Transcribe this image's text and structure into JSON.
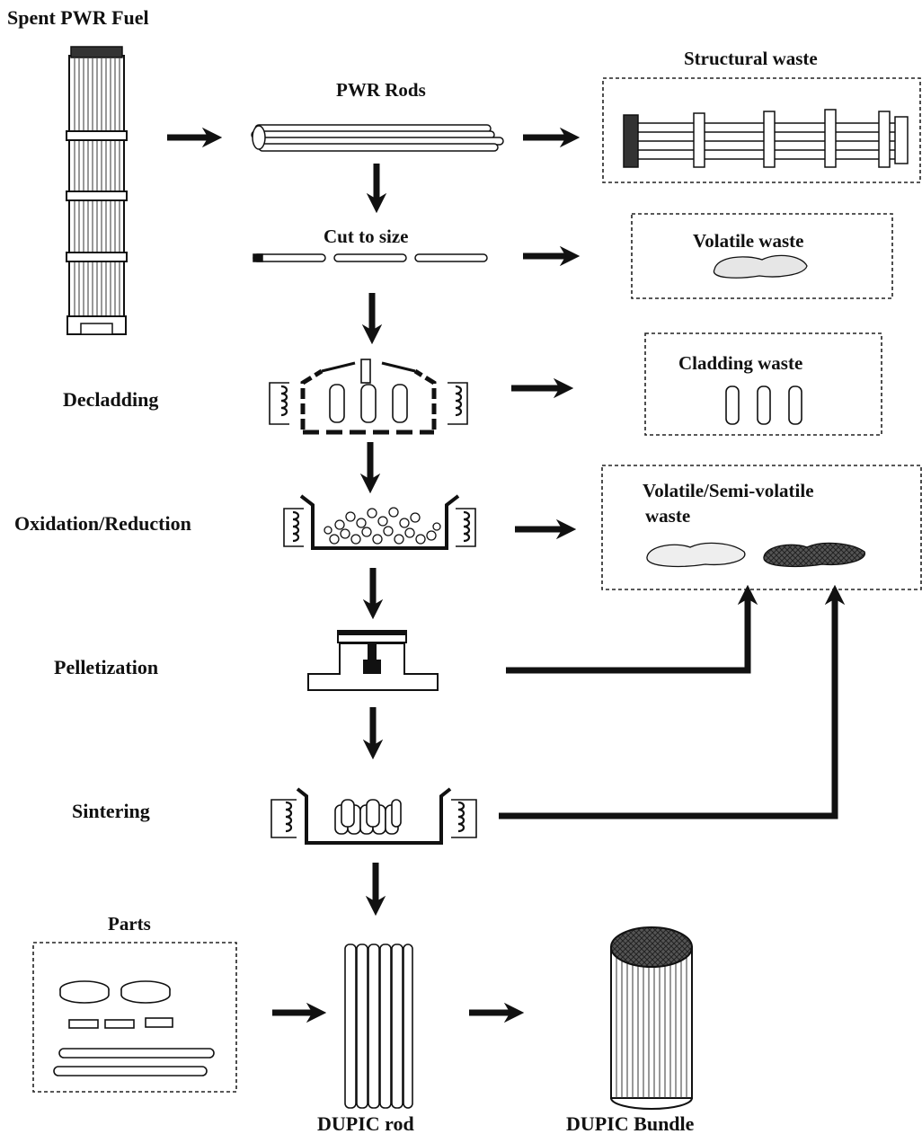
{
  "labels": {
    "spent_fuel": "Spent PWR Fuel",
    "pwr_rods": "PWR Rods",
    "structural_waste": "Structural waste",
    "cut_to_size": "Cut to size",
    "volatile_waste": "Volatile waste",
    "decladding": "Decladding",
    "cladding_waste": "Cladding waste",
    "oxidation_reduction": "Oxidation/Reduction",
    "semi_volatile_line1": "Volatile/Semi-volatile",
    "semi_volatile_line2": "waste",
    "pelletization": "Pelletization",
    "sintering": "Sintering",
    "parts": "Parts",
    "dupic_rod": "DUPIC rod",
    "dupic_bundle": "DUPIC Bundle"
  },
  "colors": {
    "ink": "#111111",
    "cloud_light": "#e6e6e6",
    "cloud_dark": "#555555"
  }
}
